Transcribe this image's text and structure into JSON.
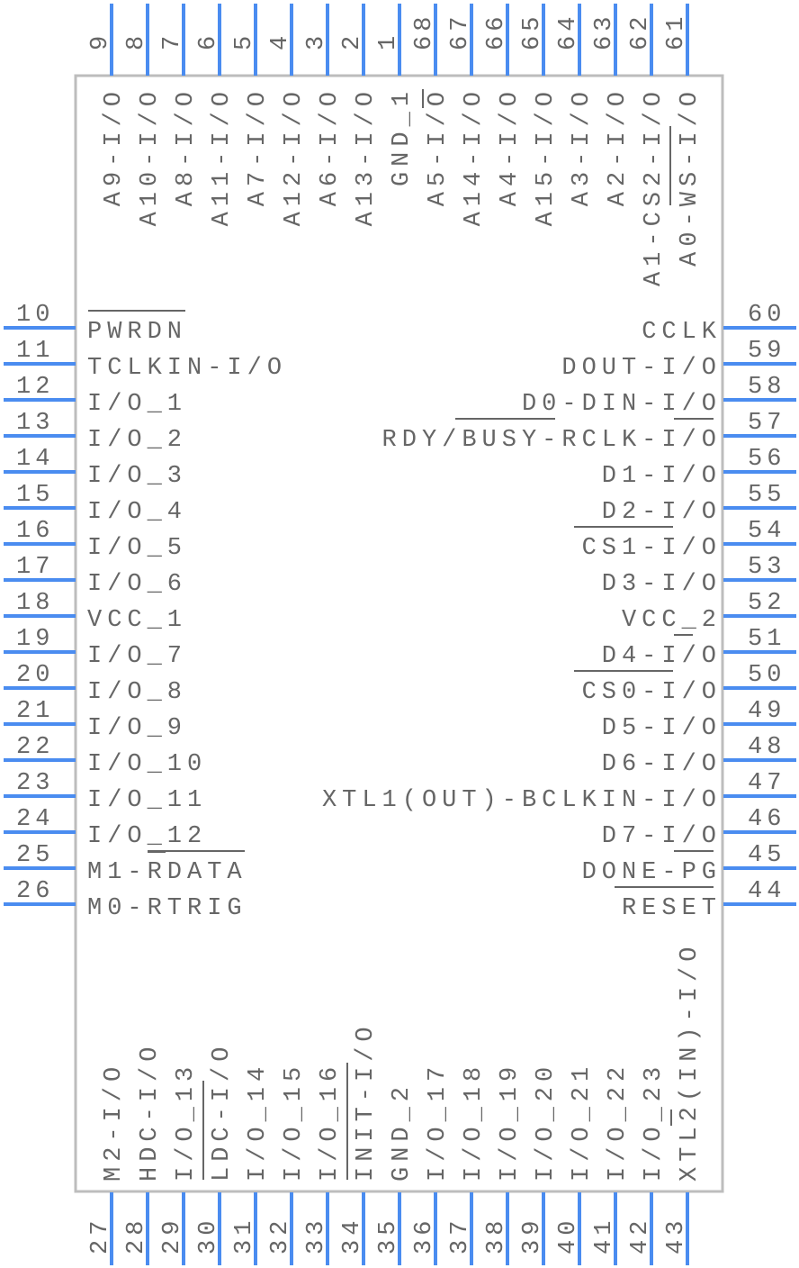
{
  "component": {
    "type": "IC schematic symbol (68-pin)",
    "colors": {
      "pin": "#4a8cf0",
      "body_outline": "#bdbdbd",
      "text": "#666666"
    }
  },
  "pins": {
    "top": [
      {
        "number": "9",
        "name": "A9-I/O"
      },
      {
        "number": "8",
        "name": "A10-I/O"
      },
      {
        "number": "7",
        "name": "A8-I/O"
      },
      {
        "number": "6",
        "name": "A11-I/O"
      },
      {
        "number": "5",
        "name": "A7-I/O"
      },
      {
        "number": "4",
        "name": "A12-I/O"
      },
      {
        "number": "3",
        "name": "A6-I/O"
      },
      {
        "number": "2",
        "name": "A13-I/O"
      },
      {
        "number": "1",
        "name": "GND_1"
      },
      {
        "number": "68",
        "name": "A5-I/O"
      },
      {
        "number": "67",
        "name": "A14-I/O"
      },
      {
        "number": "66",
        "name": "A4-I/O"
      },
      {
        "number": "65",
        "name": "A15-I/O"
      },
      {
        "number": "64",
        "name": "A3-I/O"
      },
      {
        "number": "63",
        "name": "A2-I/O"
      },
      {
        "number": "62",
        "name": "A1-CS2-I/O"
      },
      {
        "number": "61",
        "name": "A0-WS-I/O"
      }
    ],
    "left": [
      {
        "number": "10",
        "name": "PWRDN",
        "overbar": true
      },
      {
        "number": "11",
        "name": "TCLKIN-I/O"
      },
      {
        "number": "12",
        "name": "I/O_1"
      },
      {
        "number": "13",
        "name": "I/O_2"
      },
      {
        "number": "14",
        "name": "I/O_3"
      },
      {
        "number": "15",
        "name": "I/O_4"
      },
      {
        "number": "16",
        "name": "I/O_5"
      },
      {
        "number": "17",
        "name": "I/O_6"
      },
      {
        "number": "18",
        "name": "VCC_1"
      },
      {
        "number": "19",
        "name": "I/O_7"
      },
      {
        "number": "20",
        "name": "I/O_8"
      },
      {
        "number": "21",
        "name": "I/O_9"
      },
      {
        "number": "22",
        "name": "I/O_10"
      },
      {
        "number": "23",
        "name": "I/O_11"
      },
      {
        "number": "24",
        "name": "I/O_12"
      },
      {
        "number": "25",
        "name": "M1-RDATA"
      },
      {
        "number": "26",
        "name": "M0-RTRIG"
      }
    ],
    "right": [
      {
        "number": "60",
        "name": "CCLK"
      },
      {
        "number": "59",
        "name": "DOUT-I/O"
      },
      {
        "number": "58",
        "name": "D0-DIN-I/O"
      },
      {
        "number": "57",
        "name": "RDY/BUSY-RCLK-I/O"
      },
      {
        "number": "56",
        "name": "D1-I/O"
      },
      {
        "number": "55",
        "name": "D2-I/O"
      },
      {
        "number": "54",
        "name": "CS1-I/O"
      },
      {
        "number": "53",
        "name": "D3-I/O"
      },
      {
        "number": "52",
        "name": "VCC_2"
      },
      {
        "number": "51",
        "name": "D4-I/O"
      },
      {
        "number": "50",
        "name": "CS0-I/O"
      },
      {
        "number": "49",
        "name": "D5-I/O"
      },
      {
        "number": "48",
        "name": "D6-I/O"
      },
      {
        "number": "47",
        "name": "XTL1(OUT)-BCLKIN-I/O"
      },
      {
        "number": "46",
        "name": "D7-I/O"
      },
      {
        "number": "45",
        "name": "DONE-PG"
      },
      {
        "number": "44",
        "name": "RESET",
        "overbar": true
      }
    ],
    "bottom": [
      {
        "number": "27",
        "name": "M2-I/O"
      },
      {
        "number": "28",
        "name": "HDC-I/O"
      },
      {
        "number": "29",
        "name": "I/O_13"
      },
      {
        "number": "30",
        "name": "LDC-I/O"
      },
      {
        "number": "31",
        "name": "I/O_14"
      },
      {
        "number": "32",
        "name": "I/O_15"
      },
      {
        "number": "33",
        "name": "I/O_16"
      },
      {
        "number": "34",
        "name": "INIT-I/O"
      },
      {
        "number": "35",
        "name": "GND_2"
      },
      {
        "number": "36",
        "name": "I/O_17"
      },
      {
        "number": "37",
        "name": "I/O_18"
      },
      {
        "number": "38",
        "name": "I/O_19"
      },
      {
        "number": "39",
        "name": "I/O_20"
      },
      {
        "number": "40",
        "name": "I/O_21"
      },
      {
        "number": "41",
        "name": "I/O_22"
      },
      {
        "number": "42",
        "name": "I/O_23"
      },
      {
        "number": "43",
        "name": "XTL2(IN)-I/O"
      }
    ]
  }
}
